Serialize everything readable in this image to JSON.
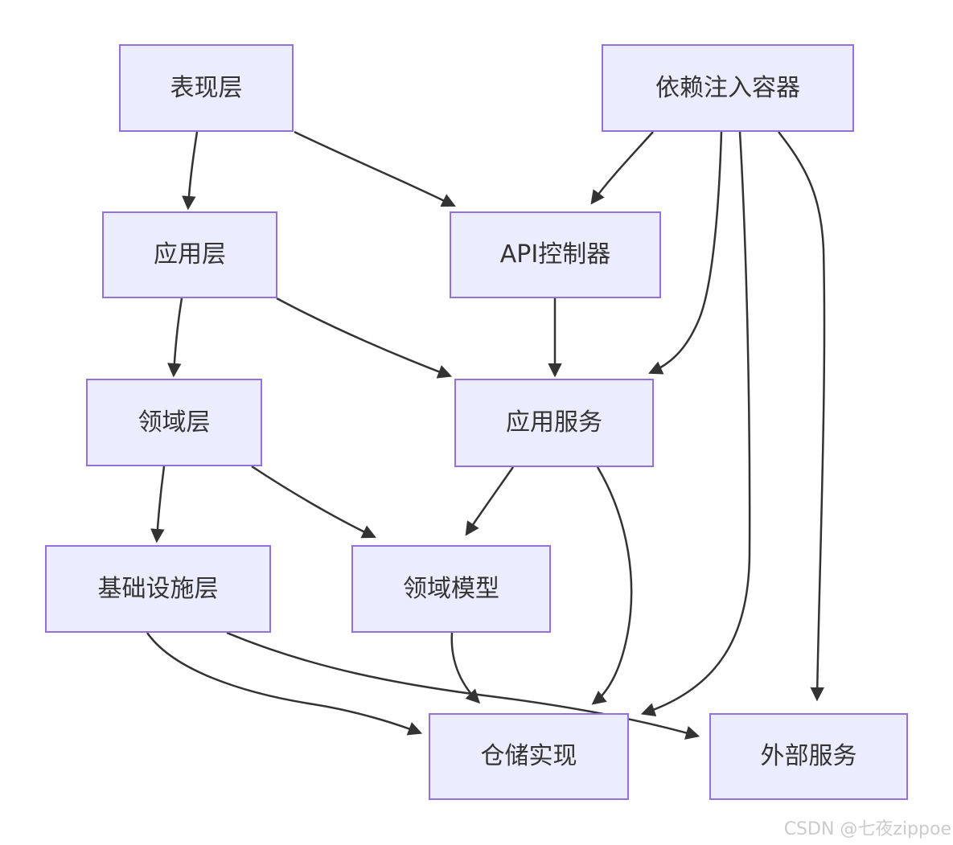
{
  "diagram": {
    "type": "flowchart",
    "direction": "top-down",
    "nodes": {
      "presentation": {
        "label": "表现层"
      },
      "di_container": {
        "label": "依赖注入容器"
      },
      "application": {
        "label": "应用层"
      },
      "api_controller": {
        "label": "API控制器"
      },
      "domain": {
        "label": "领域层"
      },
      "app_service": {
        "label": "应用服务"
      },
      "infrastructure": {
        "label": "基础设施层"
      },
      "domain_model": {
        "label": "领域模型"
      },
      "repository_impl": {
        "label": "仓储实现"
      },
      "external_service": {
        "label": "外部服务"
      }
    },
    "edges": [
      {
        "from": "presentation",
        "to": "application"
      },
      {
        "from": "presentation",
        "to": "api_controller"
      },
      {
        "from": "di_container",
        "to": "api_controller"
      },
      {
        "from": "di_container",
        "to": "app_service"
      },
      {
        "from": "di_container",
        "to": "repository_impl"
      },
      {
        "from": "di_container",
        "to": "external_service"
      },
      {
        "from": "application",
        "to": "domain"
      },
      {
        "from": "application",
        "to": "app_service"
      },
      {
        "from": "api_controller",
        "to": "app_service"
      },
      {
        "from": "domain",
        "to": "infrastructure"
      },
      {
        "from": "domain",
        "to": "domain_model"
      },
      {
        "from": "app_service",
        "to": "domain_model"
      },
      {
        "from": "app_service",
        "to": "repository_impl"
      },
      {
        "from": "domain_model",
        "to": "repository_impl"
      },
      {
        "from": "infrastructure",
        "to": "repository_impl"
      },
      {
        "from": "infrastructure",
        "to": "external_service"
      }
    ],
    "colors": {
      "node_fill": "#ECECFF",
      "node_border": "#9370DB",
      "edge": "#333333",
      "text": "#333333"
    }
  },
  "watermark": {
    "text": "CSDN @七夜zippoe",
    "color": "#cbcbcb"
  }
}
